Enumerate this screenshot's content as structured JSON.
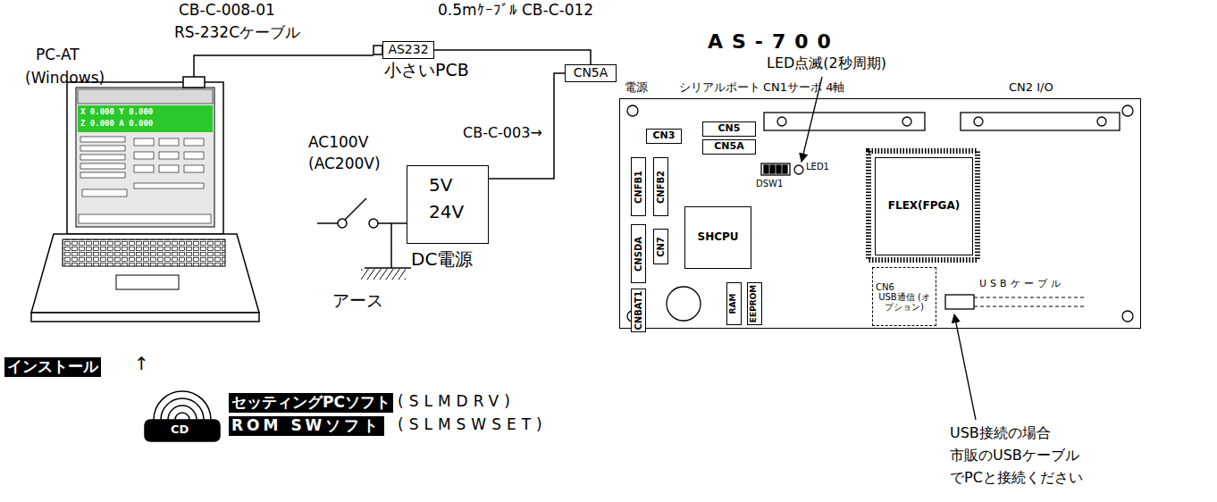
{
  "diagram": {
    "nodes": [
      {
        "text": [
          "AS232"
        ]
      },
      {
        "text": [
          "CN5A"
        ]
      },
      {
        "text": [
          "5V",
          "24V",
          "DC電源"
        ]
      },
      {
        "text": [
          "電源",
          "シリアルポート",
          "CN1サーボ 4軸",
          "CN2 I/O"
        ]
      },
      {
        "text": [
          "CN3"
        ],
        "in": 3
      },
      {
        "text": [
          "CN5"
        ],
        "in": 3
      },
      {
        "text": [
          "CN5A"
        ],
        "in": 3
      },
      {
        "text": [
          "CNFB1"
        ],
        "in": 3
      },
      {
        "text": [
          "CNFB2"
        ],
        "in": 3
      },
      {
        "text": [
          "CNSDA"
        ],
        "in": 3
      },
      {
        "text": [
          "CN7"
        ],
        "in": 3
      },
      {
        "text": [
          "CNBAT1"
        ],
        "in": 3
      },
      {
        "text": [
          "SHCPU"
        ],
        "in": 3
      },
      {
        "text": [
          "RAM"
        ],
        "in": 3
      },
      {
        "text": [
          "EEPROM"
        ],
        "in": 3
      },
      {
        "text": [
          "FLEX(FPGA)"
        ],
        "in": 3
      },
      {
        "text": [
          "CN6",
          "USB通信 (オプション)"
        ],
        "in": 3
      }
    ],
    "edges": [
      {
        "from": 0,
        "to": 1,
        "arrow": "none",
        "label": "0.5mｹｰﾌﾞﾙ CB-C-012"
      },
      {
        "from": 2,
        "to": 1,
        "arrow": "none"
      }
    ],
    "labels": [
      "CB-C-008-01",
      "RS-232Cケーブル",
      "PC-AT",
      "(Windows)",
      "小さいPCB",
      "AS-700",
      "LED点滅(2秒周期)",
      "CB-C-003→",
      "AC100V",
      "(AC200V)",
      "アース",
      "DSW1",
      "LED1",
      "USBケーブル",
      "USB接続の場合",
      "市販のUSBケーブル",
      "でPCと接続ください",
      "インストール",
      "↑",
      "CD",
      "セッティングPCソフト",
      "(SLMDRV)",
      "ROM SWソフト",
      "(SLMSWSET)",
      "X 0.000 Y 0.000",
      "Z 0.000 A 0.000"
    ]
  }
}
